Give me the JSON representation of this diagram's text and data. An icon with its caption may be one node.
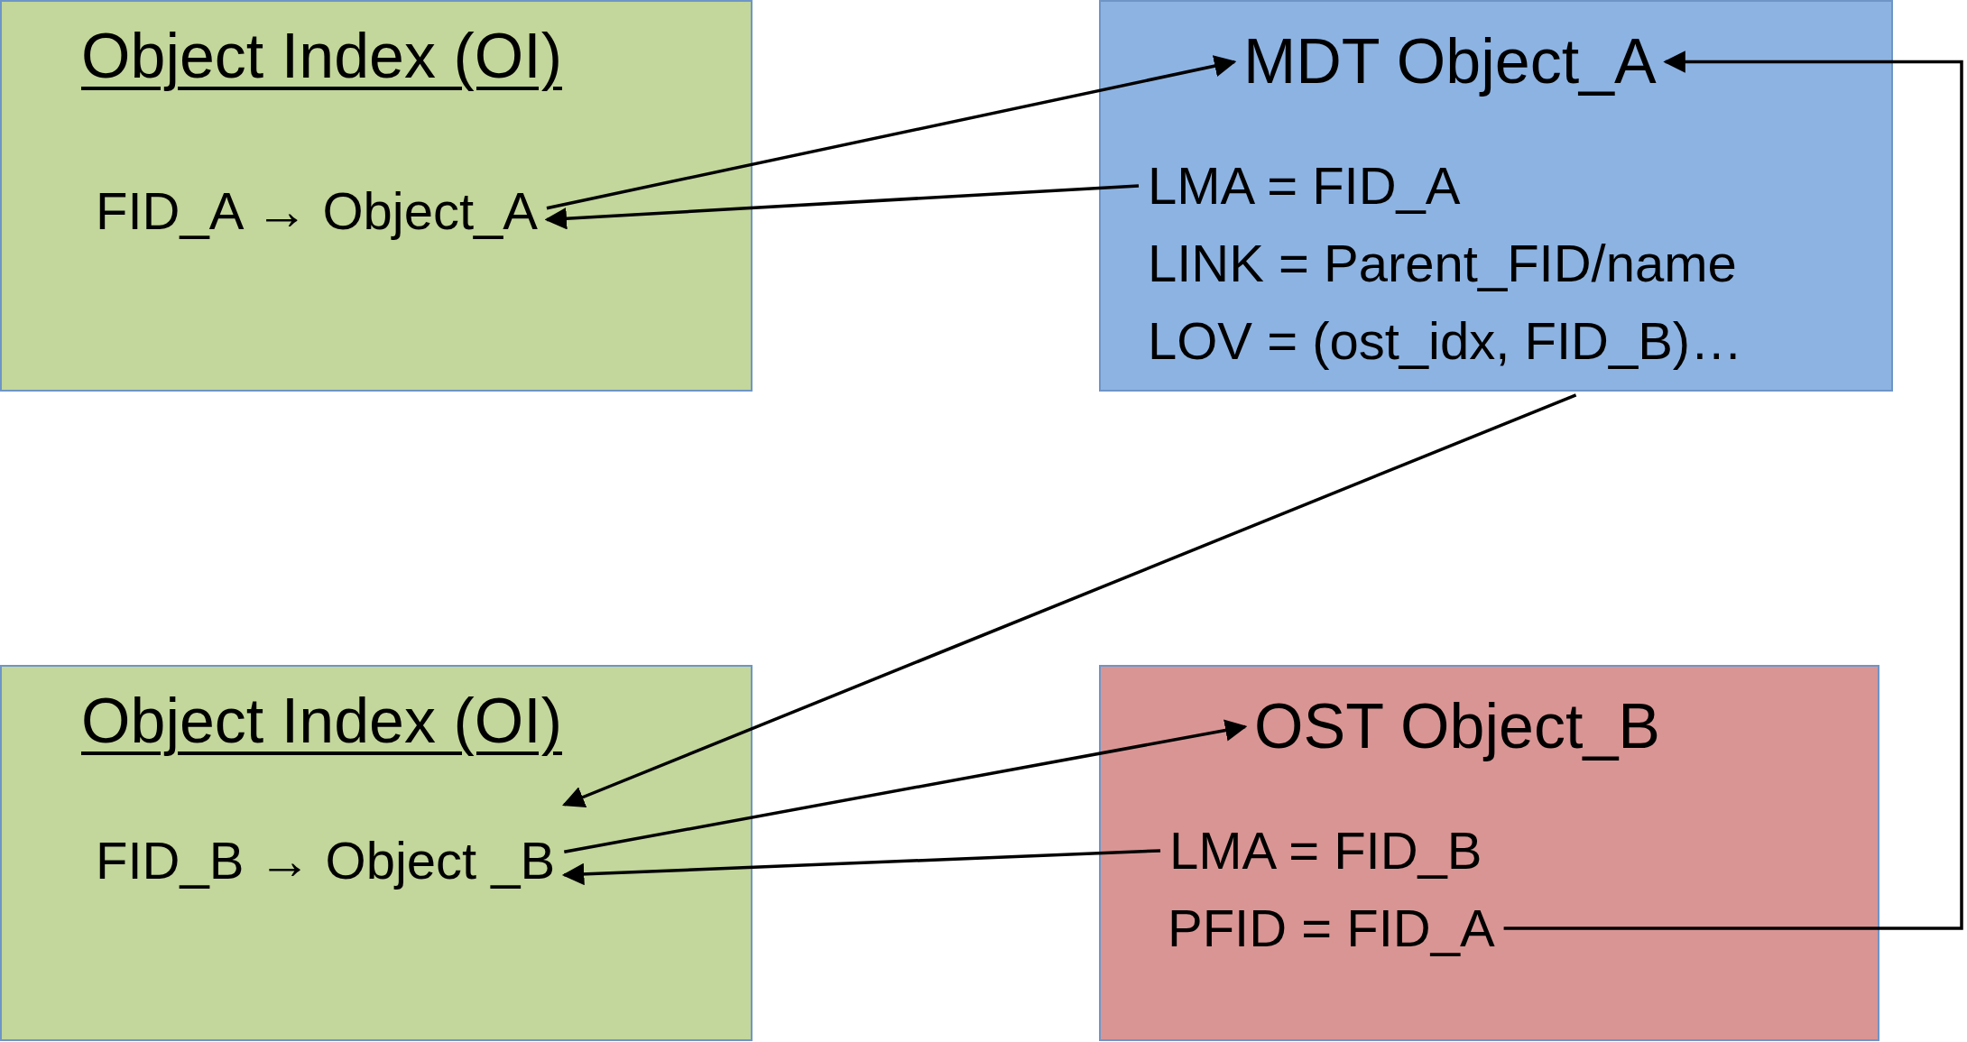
{
  "diagram": {
    "nodes": [
      {
        "text": [
          "Object Index (OI)"
        ]
      },
      {
        "text": [
          "FID_A → Object_A"
        ],
        "in": 0
      },
      {
        "text": [
          "MDT Object_A"
        ]
      },
      {
        "text": [
          "LMA = FID_A"
        ],
        "in": 2
      },
      {
        "text": [
          "LINK = Parent_FID/name"
        ],
        "in": 2
      },
      {
        "text": [
          "LOV = (ost_idx, FID_B)…"
        ],
        "in": 2
      },
      {
        "text": [
          "Object Index (OI)"
        ]
      },
      {
        "text": [
          "FID_B → Object _B"
        ],
        "in": 6
      },
      {
        "text": [
          "OST Object_B"
        ]
      },
      {
        "text": [
          "LMA = FID_B"
        ],
        "in": 8
      },
      {
        "text": [
          "PFID = FID_A"
        ],
        "in": 8
      }
    ],
    "edges": [
      {
        "from": 1,
        "to": 2,
        "arrow": "to"
      },
      {
        "from": 3,
        "to": 1,
        "arrow": "to"
      },
      {
        "from": 5,
        "to": 7,
        "arrow": "to"
      },
      {
        "from": 7,
        "to": 8,
        "arrow": "to"
      },
      {
        "from": 9,
        "to": 7,
        "arrow": "to"
      },
      {
        "from": 10,
        "to": 2,
        "arrow": "to"
      }
    ]
  }
}
